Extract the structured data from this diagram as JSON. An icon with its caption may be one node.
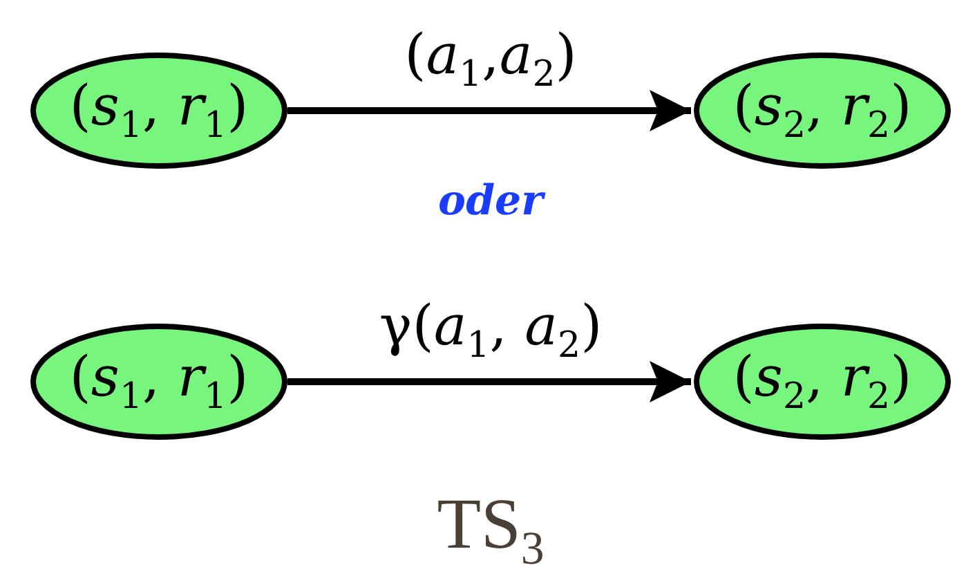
{
  "diagram": {
    "caption": "TS$_{3}$",
    "nodes": [
      {
        "text": [
          "(*s*$_{1}$, *r*$_{1}$)"
        ]
      },
      {
        "text": [
          "(*s*$_{2}$, *r*$_{2}$)"
        ]
      },
      {
        "text": [
          "(*s*$_{1}$, *r*$_{1}$)"
        ]
      },
      {
        "text": [
          "(*s*$_{2}$, *r*$_{2}$)"
        ]
      }
    ],
    "edges": [
      {
        "from": 0,
        "to": 1,
        "arrow": "to",
        "label": "(*a*$_{1}$,*a*$_{2}$)"
      },
      {
        "from": 2,
        "to": 3,
        "arrow": "to",
        "label": "γ(*a*$_{1}$, *a*$_{2}$)"
      }
    ],
    "labels": [
      "oder"
    ]
  }
}
